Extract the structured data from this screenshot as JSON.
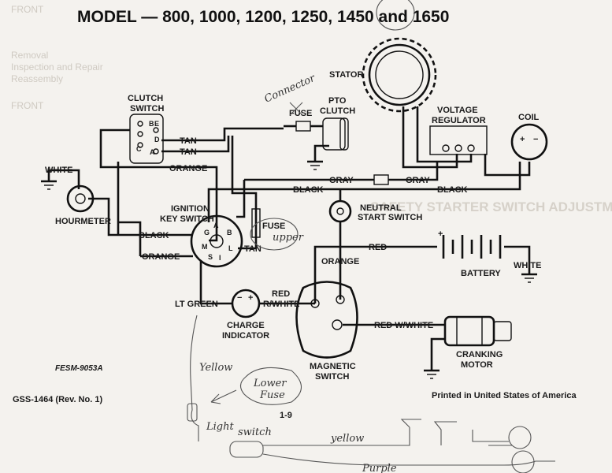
{
  "title": "MODEL — 800, 1000, 1200, 1250, 1450 and 1650",
  "components": {
    "stator": "STATOR",
    "voltage_regulator": [
      "VOLTAGE",
      "REGULATOR"
    ],
    "coil": "COIL",
    "clutch_switch": [
      "CLUTCH",
      "SWITCH"
    ],
    "pto_clutch": [
      "PTO",
      "CLUTCH"
    ],
    "fuse": "FUSE",
    "hourmeter": "HOURMETER",
    "ignition_key_switch": [
      "IGNITION",
      "KEY SWITCH"
    ],
    "fuse_upper_label": "FUSE",
    "neutral_start_switch": [
      "NEUTRAL",
      "START SWITCH"
    ],
    "battery": "BATTERY",
    "charge_indicator": [
      "CHARGE",
      "INDICATOR"
    ],
    "magnetic_switch": [
      "MAGNETIC",
      "SWITCH"
    ],
    "cranking_motor": [
      "CRANKING",
      "MOTOR"
    ]
  },
  "wires": {
    "tan1": "TAN",
    "tan2": "TAN",
    "tan3": "TAN",
    "orange1": "ORANGE",
    "orange2": "ORANGE",
    "orange3": "ORANGE",
    "white1": "WHITE",
    "white2": "WHITE",
    "black1": "BLACK",
    "black2": "BLACK",
    "black3": "BLACK",
    "gray1": "GRAY",
    "gray2": "GRAY",
    "red1": "RED",
    "red2": "RED",
    "red_white1": "R/WHITE",
    "red_white2": "RED W/WHITE",
    "lt_green": "LT GREEN"
  },
  "terminal_marks": {
    "clutch_b": "B",
    "clutch_e": "E",
    "clutch_d": "D",
    "clutch_c": "C",
    "clutch_a": "A",
    "key_a": "A",
    "key_b": "B",
    "key_g": "G",
    "key_m": "M",
    "key_s": "S",
    "key_i": "I",
    "key_l": "L",
    "battery_plus": "+",
    "charge_minus": "−",
    "charge_plus": "+",
    "coil_plus": "+",
    "coil_minus": "−"
  },
  "footer": {
    "code": "FESM-9053A",
    "rev": "GSS-1464 (Rev. No. 1)",
    "page": "1-9",
    "printed": "Printed in United States of America"
  },
  "handwritten": {
    "connector": "Connector",
    "upper": "upper",
    "yellow1": "Yellow",
    "lower_fuse": [
      "Lower",
      "Fuse"
    ],
    "light_switch": [
      "Light",
      "switch"
    ],
    "yellow2": "yellow",
    "purple": "Purple"
  },
  "background_print": {
    "line1": "FRONT",
    "line2": "Removal",
    "line3": "Inspection and Repair",
    "line4": "Reassembly",
    "line5": "FRONT",
    "heading": "SAFETY STARTER SWITCH ADJUSTMENTS"
  }
}
